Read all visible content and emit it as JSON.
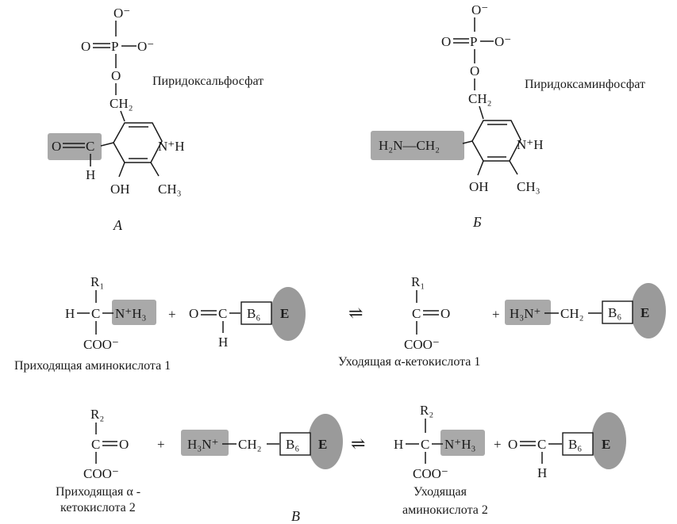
{
  "structure_a": {
    "name": "Пиридоксальфосфат",
    "label": "А",
    "atoms": {
      "o_minus_top": "O⁻",
      "o_left": "O",
      "p": "P",
      "o_minus_right": "O⁻",
      "o_bridge": "O",
      "ch2": "CH₂",
      "o_aldehyde": "O",
      "c_aldehyde": "C",
      "h_aldehyde": "H",
      "nh_plus": "N⁺H",
      "oh": "OH",
      "ch3": "CH₃"
    }
  },
  "structure_b": {
    "name": "Пиридоксаминфосфат",
    "label": "Б",
    "atoms": {
      "o_minus_top": "O⁻",
      "o_left": "O",
      "p": "P",
      "o_minus_right": "O⁻",
      "o_bridge": "O",
      "ch2": "CH₂",
      "aminomethyl": "H₂N—CH₂",
      "nh_plus": "N⁺H",
      "oh": "OH",
      "ch3": "CH₃"
    }
  },
  "scheme_v": {
    "label": "В",
    "plus": "+",
    "equilibrium": "⇌",
    "b6": "B₆",
    "enzyme": "E",
    "reaction1": {
      "left_amino_acid": {
        "r": "R₁",
        "h": "H",
        "c": "C",
        "amine": "N⁺H₃",
        "coo": "COO⁻"
      },
      "pyridoxal": {
        "o": "O",
        "c": "C",
        "h": "H"
      },
      "keto_acid": {
        "r": "R₁",
        "c": "C",
        "o": "O",
        "coo": "COO⁻"
      },
      "pyridoxamine": {
        "amine": "H₃N⁺",
        "ch2": "CH₂"
      },
      "caption_left": "Приходящая аминокислота 1",
      "caption_right": "Уходящая α-кетокислота 1"
    },
    "reaction2": {
      "keto_acid": {
        "r": "R₂",
        "c": "C",
        "o": "O",
        "coo": "COO⁻"
      },
      "pyridoxamine": {
        "amine": "H₃N⁺",
        "ch2": "CH₂"
      },
      "right_amino_acid": {
        "r": "R₂",
        "h": "H",
        "c": "C",
        "amine": "N⁺H₃",
        "coo": "COO⁻"
      },
      "pyridoxal": {
        "o": "O",
        "c": "C",
        "h": "H"
      },
      "caption_left_line1": "Приходящая α -",
      "caption_left_line2": "кетокислота 2",
      "caption_right_line1": "Уходящая",
      "caption_right_line2": "аминокислота 2"
    }
  }
}
